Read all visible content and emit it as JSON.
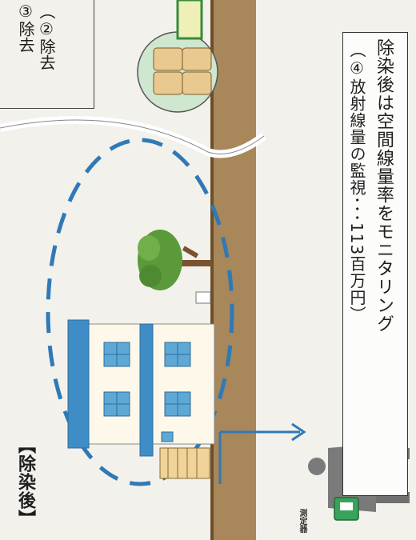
{
  "section_label": "【除染後】",
  "caption": {
    "line1": "除染後は空間線量率をモニタリング",
    "line2": "（④放射線量の監視･･･113百万円）"
  },
  "top_left": {
    "line1": "（②除去",
    "line2": "③除去"
  },
  "meter_label": "測定器",
  "colors": {
    "ground": "#a8875a",
    "building_blue": "#3f8dc6",
    "building_wall": "#fdf8ea",
    "circle_dash": "#2f79b6",
    "tree_green": "#5a9a3b",
    "person": "#7a7a7a",
    "meter_green": "#3aa35b"
  }
}
